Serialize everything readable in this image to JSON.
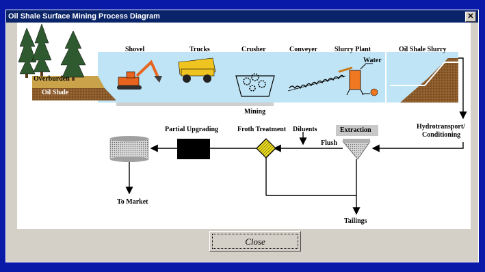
{
  "window": {
    "title": "Oil Shale Surface Mining Process Diagram",
    "close_glyph": "✕"
  },
  "diagram": {
    "labels": {
      "overburden": "Overburden",
      "oil_shale": "Oil Shale",
      "shovel": "Shovel",
      "trucks": "Trucks",
      "crusher": "Crusher",
      "conveyer": "Conveyer",
      "slurry_plant": "Slurry Plant",
      "water": "Water",
      "oil_shale_slurry": "Oil Shale Slurry",
      "mining": "Mining",
      "hydrotransport_1": "Hydrotransport/",
      "hydrotransport_2": "Conditioning",
      "extraction": "Extraction",
      "flush": "Flush",
      "froth_treatment": "Froth Treatment",
      "diluents": "Diluents",
      "partial_upgrading": "Partial Upgrading",
      "to_market": "To Market",
      "tailings": "Tailings"
    }
  },
  "footer": {
    "close_label": "Close"
  },
  "colors": {
    "title_bar": "#0a246a",
    "mining_bg": "#bfe4f5",
    "excavator": "#e8641e",
    "truck": "#f0c420",
    "slurry_plant": "#f07820",
    "froth_diamond": "#f0e020"
  }
}
